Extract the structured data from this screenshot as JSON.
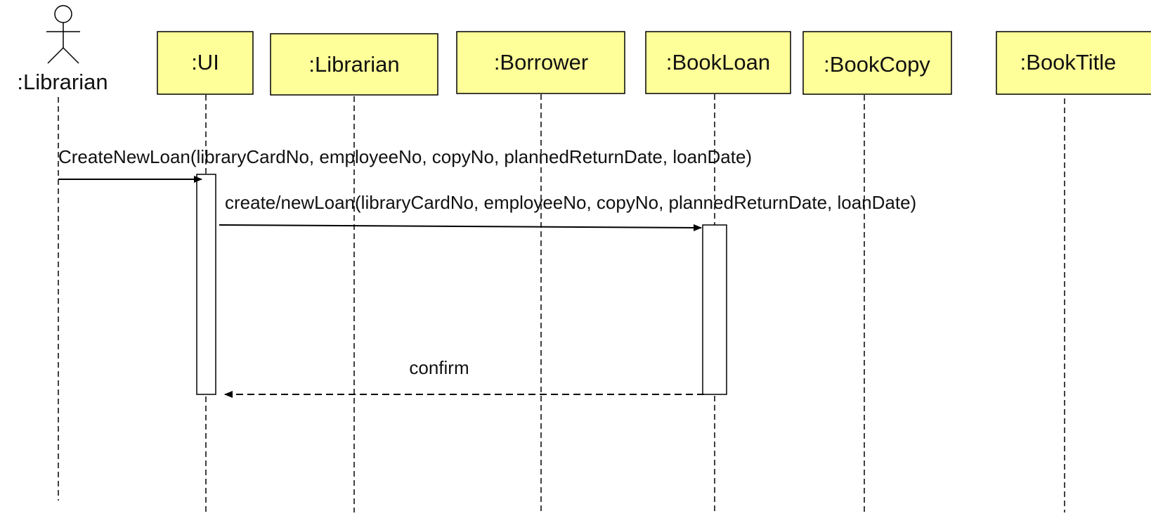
{
  "actor": {
    "label": ":Librarian"
  },
  "objects": [
    {
      "id": "ui",
      "label": ":UI"
    },
    {
      "id": "librarian",
      "label": ":Librarian"
    },
    {
      "id": "borrower",
      "label": ":Borrower"
    },
    {
      "id": "bookloan",
      "label": ":BookLoan"
    },
    {
      "id": "bookcopy",
      "label": ":BookCopy"
    },
    {
      "id": "booktitle",
      "label": ":BookTitle"
    }
  ],
  "messages": [
    {
      "id": "m1",
      "label": "CreateNewLoan(libraryCardNo, employeeNo, copyNo, plannedReturnDate, loanDate)",
      "from": "actor",
      "to": "ui",
      "kind": "sync"
    },
    {
      "id": "m2",
      "label": "create/newLoan(libraryCardNo, employeeNo, copyNo, plannedReturnDate, loanDate)",
      "from": "ui",
      "to": "bookloan",
      "kind": "sync"
    },
    {
      "id": "m3",
      "label": "confirm",
      "from": "bookloan",
      "to": "ui",
      "kind": "return"
    }
  ],
  "colors": {
    "object_fill": "#ffff99",
    "line": "#000000"
  }
}
